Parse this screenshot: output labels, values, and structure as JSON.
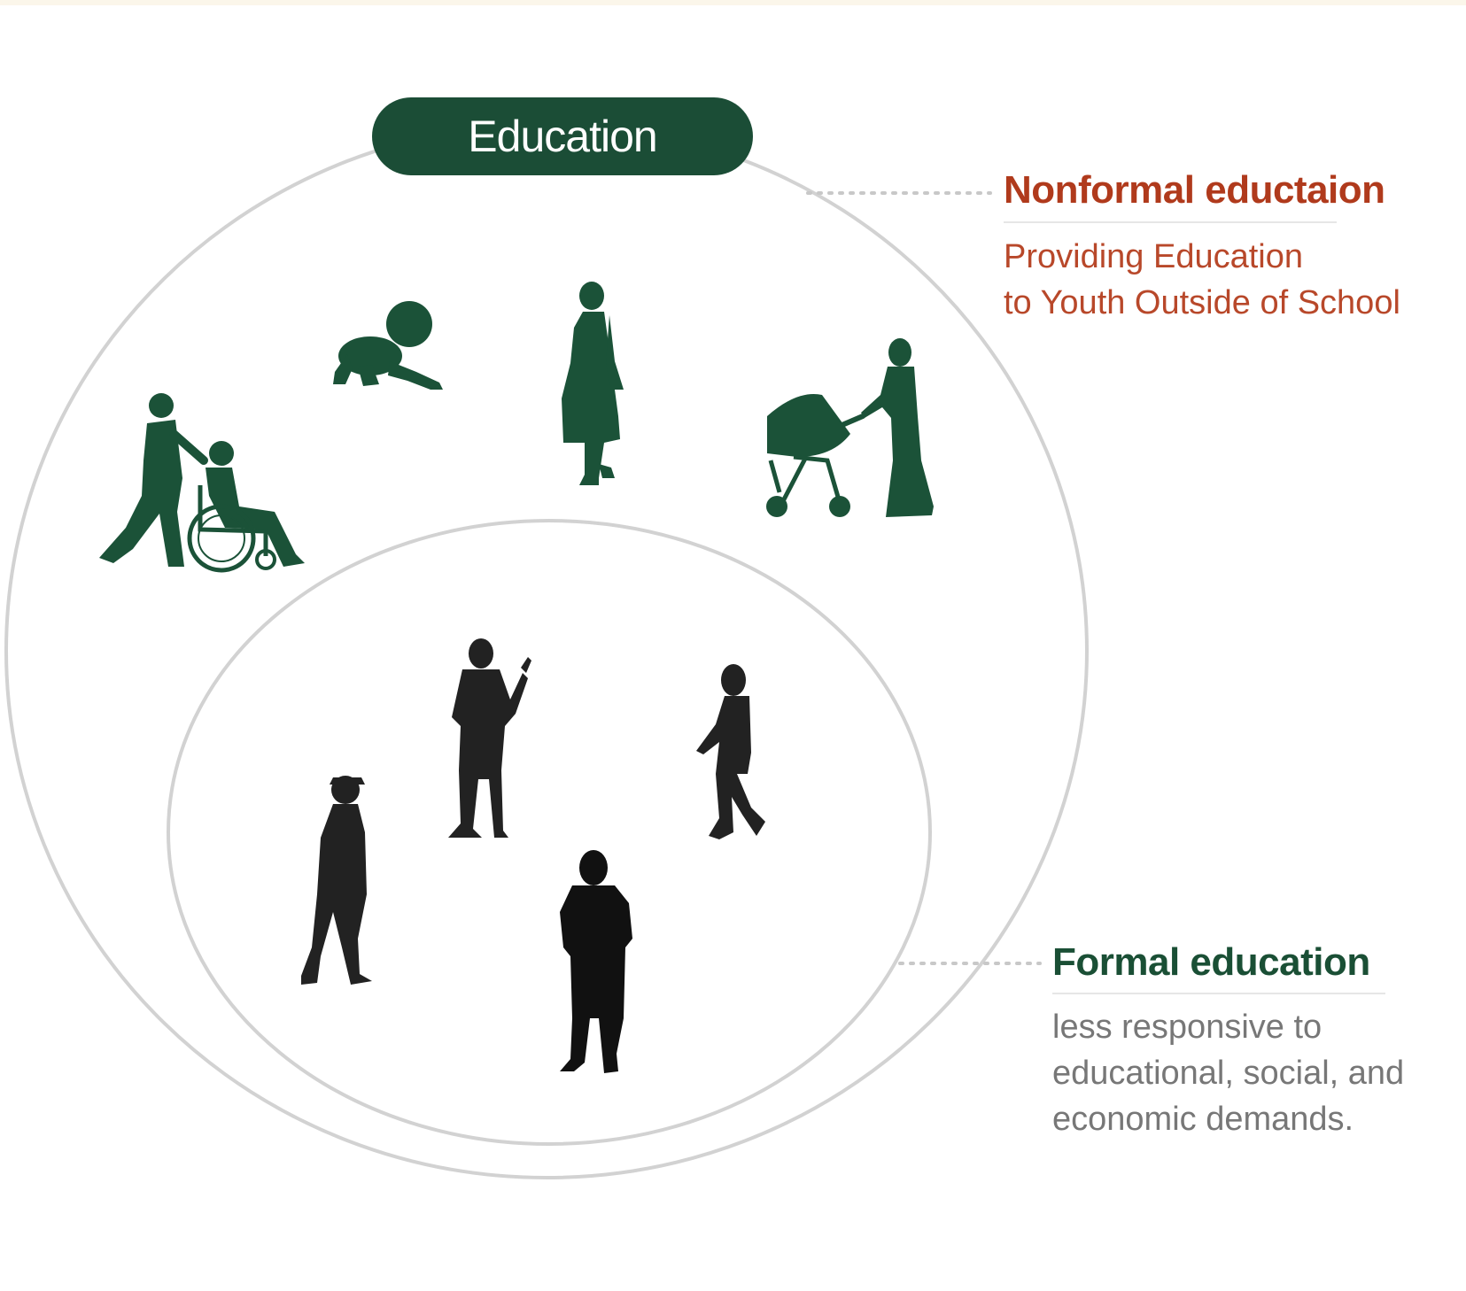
{
  "diagram": {
    "center_label": "Education",
    "nonformal": {
      "title": "Nonformal eductaion",
      "description_lines": [
        "Providing Education",
        "to Youth Outside of School"
      ]
    },
    "formal": {
      "title": "Formal education",
      "description_lines": [
        "less responsive to",
        "educational, social, and",
        "economic demands."
      ]
    },
    "outer_group_figures": [
      "person-pushing-wheelchair-icon",
      "crawling-baby-icon",
      "pregnant-woman-icon",
      "woman-with-stroller-icon"
    ],
    "inner_group_figures": [
      "waving-man-icon",
      "walking-woman-icon",
      "elderly-man-icon",
      "standing-man-icon"
    ]
  },
  "colors": {
    "pill": "#1b4d36",
    "outer_figures": "#1b5238",
    "inner_figures": "#222222",
    "nonformal_accent": "#b03a1c",
    "formal_accent": "#1a4f35",
    "body_text": "#777777",
    "circle_stroke": "#d2d2d2"
  }
}
